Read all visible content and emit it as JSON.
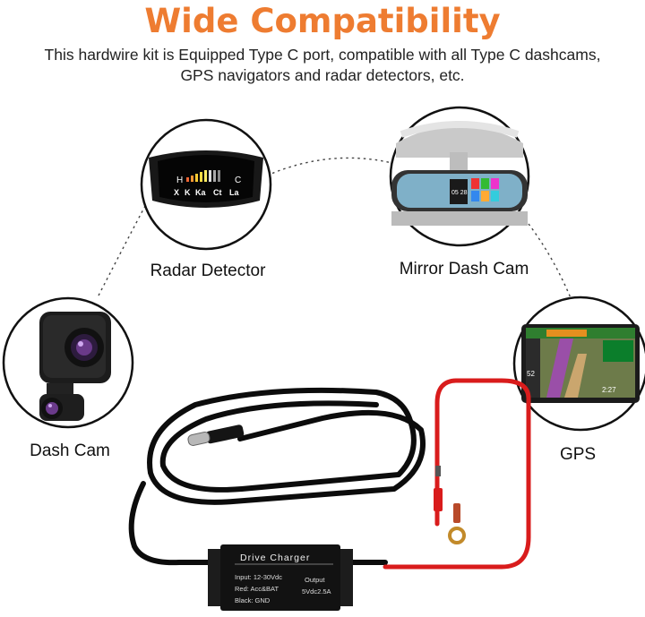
{
  "title": "Wide Compatibility",
  "subtitle_line1": "This hardwire kit is Equipped Type C port, compatible with all Type C dashcams,",
  "subtitle_line2": "GPS navigators and radar detectors, etc.",
  "colors": {
    "title": "#ee7c31",
    "red_wire": "#d91c1c",
    "cable": "#111111"
  },
  "devices": {
    "radar": {
      "label": "Radar Detector",
      "icon": "radar-detector-image",
      "screen_row1": [
        "H",
        "C"
      ],
      "screen_row2": [
        "X",
        "K",
        "Ka",
        "Ct",
        "La"
      ]
    },
    "mirror": {
      "label": "Mirror Dash Cam",
      "icon": "mirror-dash-cam-image",
      "time": "05 28"
    },
    "dashcam": {
      "label": "Dash Cam",
      "icon": "dash-cam-image"
    },
    "gps": {
      "label": "GPS",
      "icon": "gps-navigator-image",
      "dist1": "52",
      "dist2": "2:27"
    }
  },
  "charger": {
    "name": "Drive Charger",
    "input": "Input: 12-30Vdc",
    "red": "Red: Acc&BAT",
    "black": "Black: GND",
    "output_label": "Output",
    "output_value": "5Vdc2.5A"
  }
}
